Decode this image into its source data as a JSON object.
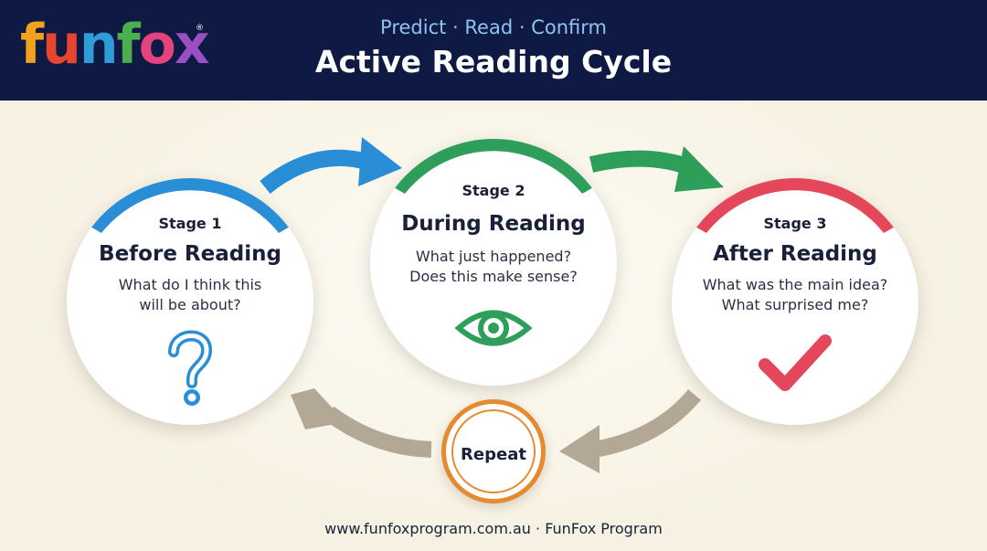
{
  "header": {
    "logo_letters": [
      "f",
      "u",
      "n",
      "f",
      "o",
      "x"
    ],
    "logo_colors": [
      "#f2a21c",
      "#e8452f",
      "#2f9cd8",
      "#4cae4f",
      "#e4437e",
      "#9b4fc4"
    ],
    "logo_registered": "®",
    "subtitle": "Predict · Read · Confirm",
    "title": "Active Reading Cycle"
  },
  "stages": [
    {
      "label": "Stage 1",
      "title": "Before Reading",
      "question_lines": [
        "What do I think this",
        "will be about?"
      ],
      "icon": "question-mark-icon",
      "color": "#2a8ed6"
    },
    {
      "label": "Stage 2",
      "title": "During Reading",
      "question_lines": [
        "What just happened?",
        "Does this make sense?"
      ],
      "icon": "eye-icon",
      "color": "#2e9e5b"
    },
    {
      "label": "Stage 3",
      "title": "After Reading",
      "question_lines": [
        "What was the main idea?",
        "What surprised me?"
      ],
      "icon": "checkmark-icon",
      "color": "#e4465a"
    }
  ],
  "repeat": {
    "label": "Repeat",
    "color": "#e58a2e"
  },
  "arrow_colors": {
    "stage1_to_2": "#2a8ed6",
    "stage2_to_3": "#2e9e5b",
    "return": "#b3a796"
  },
  "footer": {
    "text": "www.funfoxprogram.com.au · FunFox Program"
  }
}
